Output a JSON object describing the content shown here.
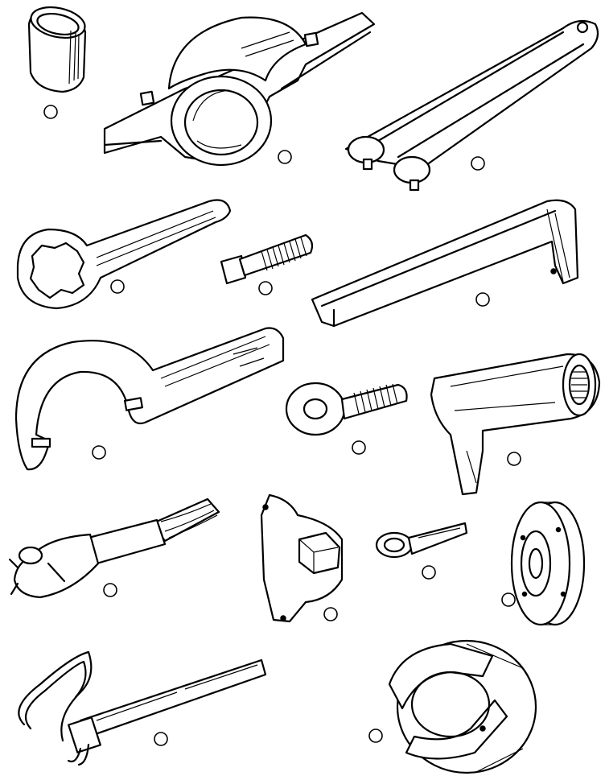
{
  "plate": {
    "tools": [
      {
        "id": "tool-1",
        "icon": "sleeve-ring-icon"
      },
      {
        "id": "tool-2",
        "icon": "split-clamp-icon"
      },
      {
        "id": "tool-3",
        "icon": "double-pin-spanner-icon"
      },
      {
        "id": "tool-4",
        "icon": "ring-spanner-icon"
      },
      {
        "id": "tool-5",
        "icon": "threaded-bolt-icon"
      },
      {
        "id": "tool-6",
        "icon": "offset-bar-icon"
      },
      {
        "id": "tool-7",
        "icon": "hook-spanner-icon"
      },
      {
        "id": "tool-8",
        "icon": "eye-bolt-icon"
      },
      {
        "id": "tool-9",
        "icon": "splined-socket-icon"
      },
      {
        "id": "tool-10",
        "icon": "cable-puller-icon"
      },
      {
        "id": "tool-11",
        "icon": "hex-holding-plate-icon"
      },
      {
        "id": "tool-12",
        "icon": "small-ring-wrench-icon"
      },
      {
        "id": "tool-13",
        "icon": "flanged-hub-icon"
      },
      {
        "id": "tool-14",
        "icon": "strap-wrench-icon"
      },
      {
        "id": "tool-15",
        "icon": "split-collar-icon"
      }
    ]
  }
}
